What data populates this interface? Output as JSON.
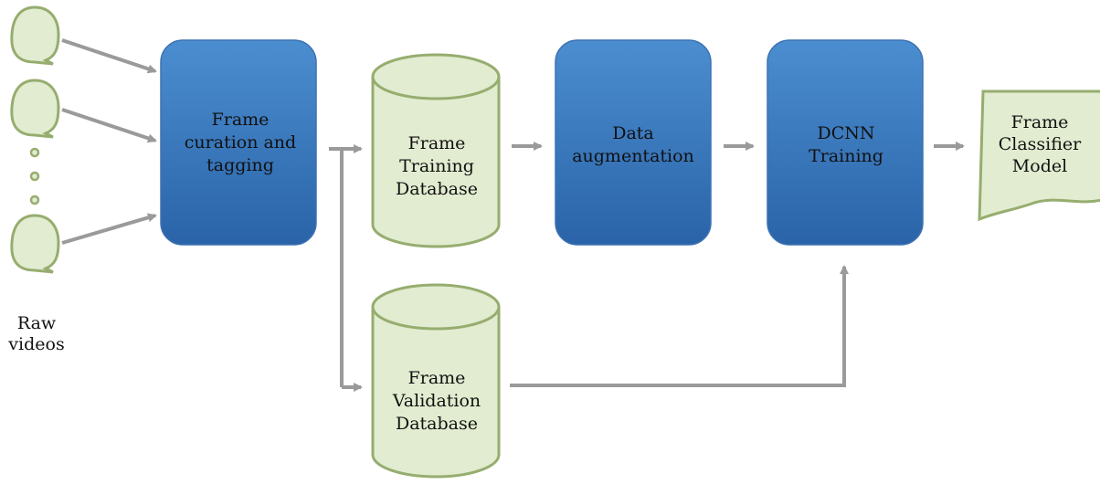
{
  "nodes": {
    "curation": {
      "lines": [
        "Frame",
        "curation and",
        "tagging"
      ]
    },
    "training_db": {
      "lines": [
        "Frame",
        "Training",
        "Database"
      ]
    },
    "augmentation": {
      "lines": [
        "Data",
        "augmentation"
      ]
    },
    "dcnn": {
      "lines": [
        "DCNN",
        "Training"
      ]
    },
    "classifier": {
      "lines": [
        "Frame",
        "Classifier",
        "Model"
      ]
    },
    "validation_db": {
      "lines": [
        "Frame",
        "Validation",
        "Database"
      ]
    }
  },
  "raw_videos": {
    "lines": [
      "Raw",
      "videos"
    ],
    "source_count": 3,
    "ellipsis_dots": 3
  },
  "colors": {
    "process_fill": "#3a7bbf",
    "process_dark": "#2a60a3",
    "store_fill": "#e2ecd0",
    "store_stroke": "#96ad6f",
    "arrow": "#9a9a9a"
  }
}
